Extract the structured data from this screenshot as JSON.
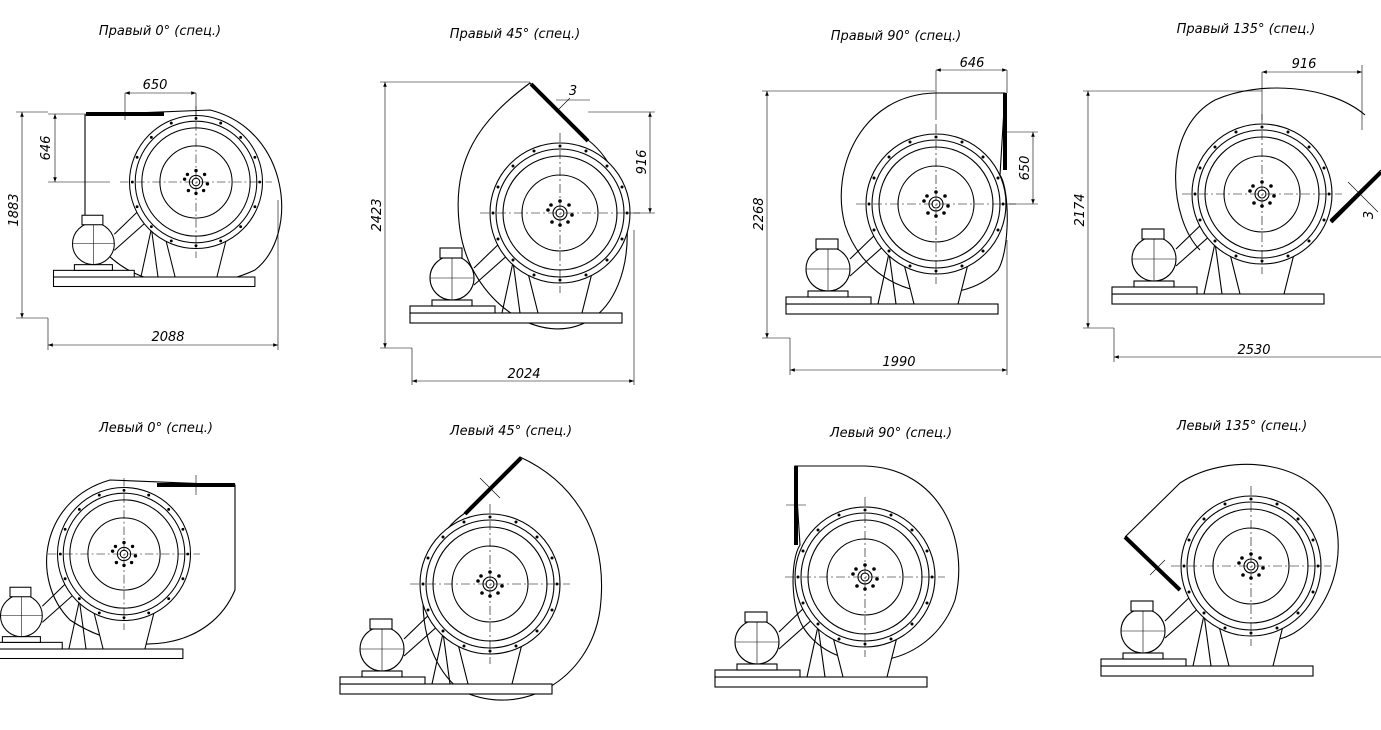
{
  "views": [
    {
      "title": "Правый 0° (спец.)",
      "dims": [
        "650",
        "646",
        "1883",
        "2088"
      ]
    },
    {
      "title": "Правый 45° (спец.)",
      "dims": [
        "3",
        "916",
        "2423",
        "2024"
      ]
    },
    {
      "title": "Правый 90° (спец.)",
      "dims": [
        "646",
        "650",
        "2268",
        "1990"
      ]
    },
    {
      "title": "Правый 135° (спец.)",
      "dims": [
        "916",
        "3",
        "2174",
        "2530"
      ]
    },
    {
      "title": "Левый 0° (спец.)",
      "dims": []
    },
    {
      "title": "Левый 45° (спец.)",
      "dims": []
    },
    {
      "title": "Левый 90° (спец.)",
      "dims": []
    },
    {
      "title": "Левый 135° (спец.)",
      "dims": []
    }
  ]
}
